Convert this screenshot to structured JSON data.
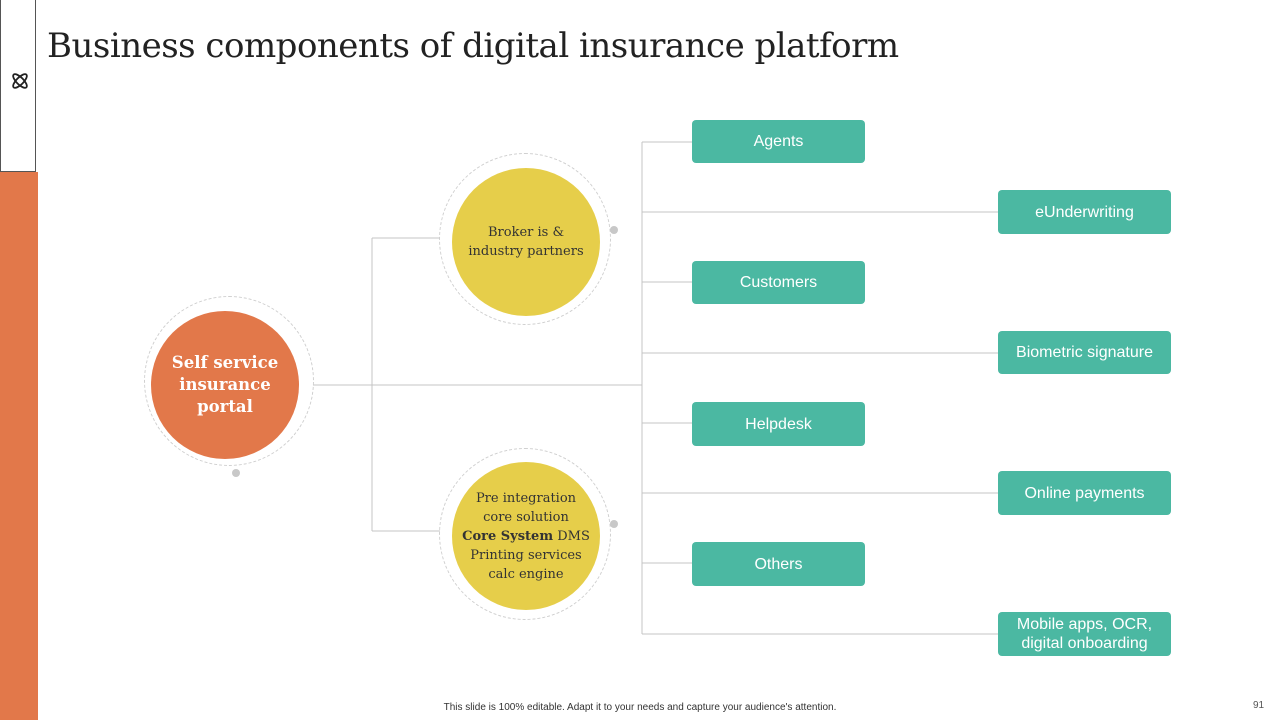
{
  "title": "Business components of digital insurance platform",
  "colors": {
    "accent": "#E2784A",
    "yellow": "#E6CE4A",
    "teal": "#4BB8A2"
  },
  "root": {
    "lines": [
      "Self service",
      "insurance",
      "portal"
    ]
  },
  "branches": [
    {
      "lines": [
        "Broker is &",
        "industry partners"
      ]
    },
    {
      "lines": [
        "Pre integration",
        "core solution",
        "Core System",
        "Printing services",
        "calc engine"
      ],
      "bold_prefix": "Core System",
      "dms": " DMS"
    }
  ],
  "components": [
    {
      "label": "Agents"
    },
    {
      "label": "eUnderwriting"
    },
    {
      "label": "Customers"
    },
    {
      "label": "Biometric signature"
    },
    {
      "label": "Helpdesk"
    },
    {
      "label": "Online payments"
    },
    {
      "label": "Others"
    },
    {
      "label": "Mobile apps, OCR, digital onboarding"
    }
  ],
  "footer": "This slide is 100% editable. Adapt it to your needs and capture your audience's attention.",
  "page_number": "91",
  "icons": {
    "logo": "atom-icon"
  }
}
